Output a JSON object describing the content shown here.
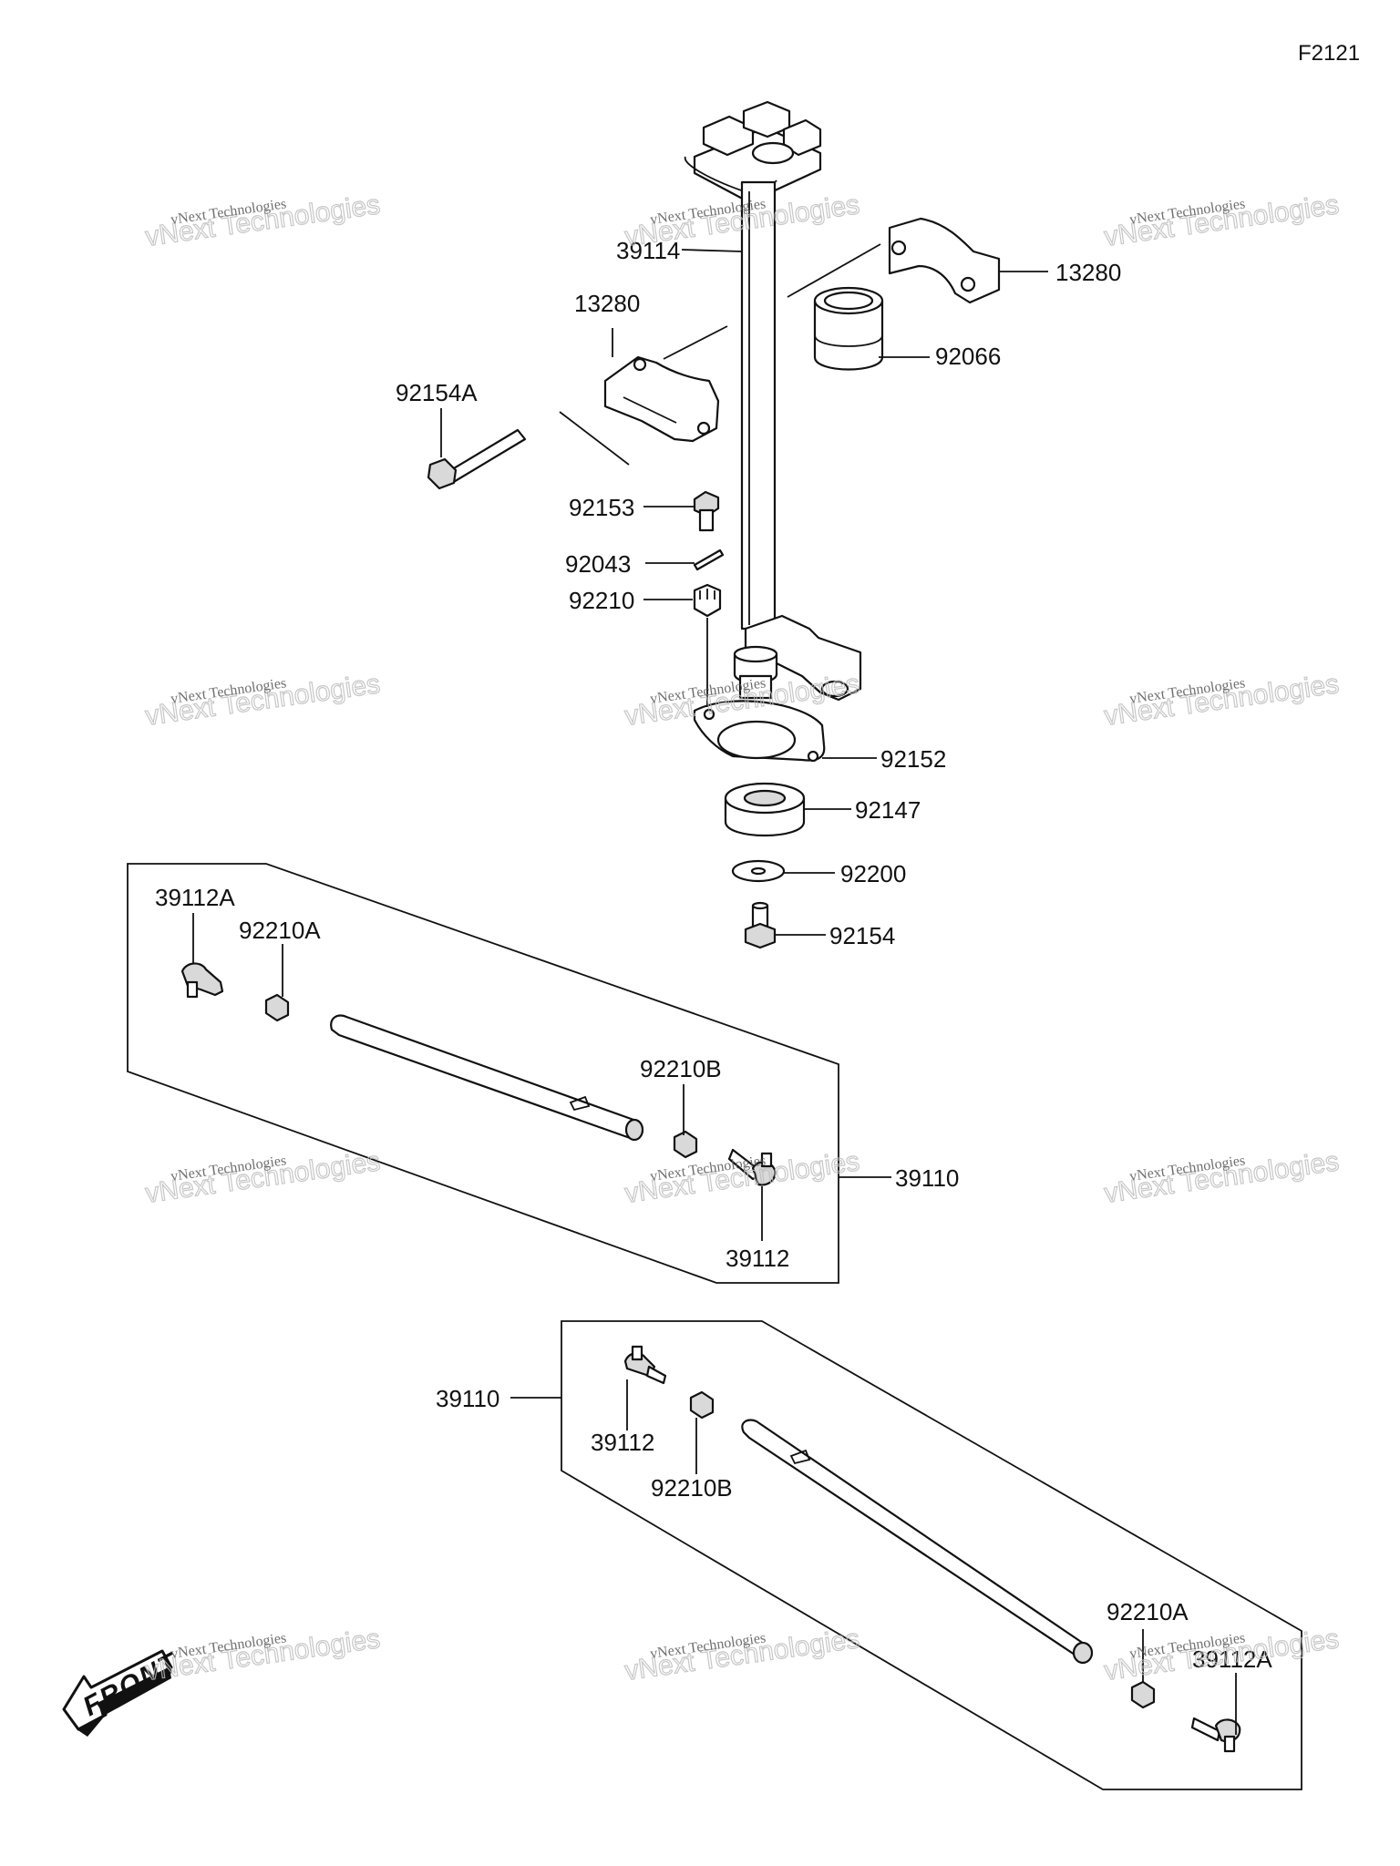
{
  "figure_code": "F2121",
  "front_label": "FRONT",
  "watermark": {
    "line1": "vNext Technologies",
    "line2": "vNext Technologies"
  },
  "labels": {
    "p39114": "39114",
    "p13280_right": "13280",
    "p13280_left": "13280",
    "p92066": "92066",
    "p92154A": "92154A",
    "p92153": "92153",
    "p92043": "92043",
    "p92210": "92210",
    "p92152": "92152",
    "p92147": "92147",
    "p92200": "92200",
    "p92154": "92154",
    "a_39112A": "39112A",
    "a_92210A": "92210A",
    "a_92210B": "92210B",
    "a_39110": "39110",
    "a_39112": "39112",
    "b_39110": "39110",
    "b_39112": "39112",
    "b_92210B": "92210B",
    "b_92210A": "92210A",
    "b_39112A": "39112A"
  }
}
